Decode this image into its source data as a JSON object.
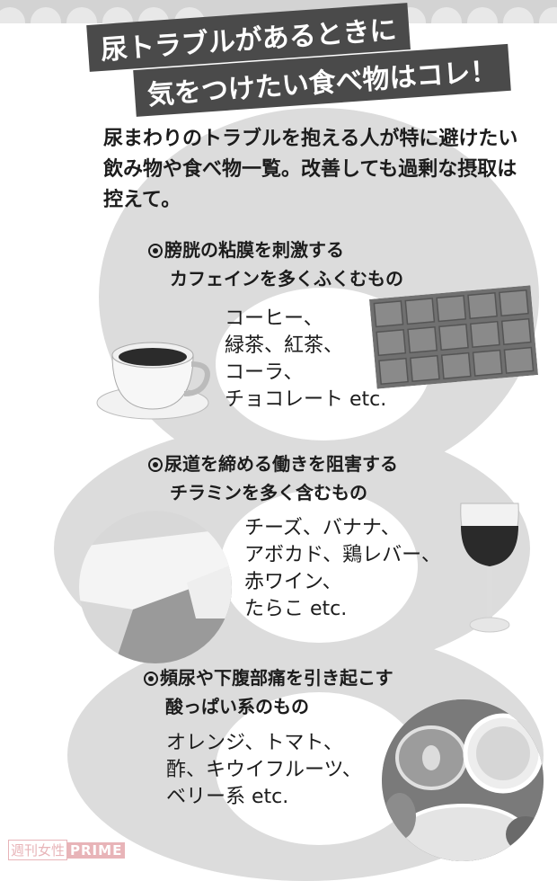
{
  "title": {
    "line1": "尿トラブルがあるときに",
    "line2": "気をつけたい食べ物はコレ！"
  },
  "intro": "尿まわりのトラブルを抱える人が特に避けたい飲み物や食べ物一覧。改善しても過剰な摂取は控えて。",
  "sections": [
    {
      "bullet_icon": "circled-dot",
      "heading_line1": "膀胱の粘膜を刺激する",
      "heading_line2": "カフェインを多くふくむもの",
      "items": [
        "コーヒー、",
        "緑茶、紅茶、",
        "コーラ、",
        "チョコレート etc."
      ],
      "images": [
        "coffee-cup",
        "chocolate-bar"
      ]
    },
    {
      "bullet_icon": "circled-dot",
      "heading_line1": "尿道を締める働きを阻害する",
      "heading_line2": "チラミンを多く含むもの",
      "items": [
        "チーズ、バナナ、",
        "アボカド、鶏レバー、",
        "赤ワイン、",
        "たらこ etc."
      ],
      "images": [
        "cheese",
        "red-wine-glass"
      ]
    },
    {
      "bullet_icon": "circled-dot",
      "heading_line1": "頻尿や下腹部痛を引き起こす",
      "heading_line2": "酸っぱい系のもの",
      "items": [
        "オレンジ、トマト、",
        "酢、キウイフルーツ、",
        "ベリー系 etc."
      ],
      "images": [
        "sliced-fruits"
      ]
    }
  ],
  "watermark": {
    "part1": "週刊女性",
    "part2": "PRIME"
  },
  "colors": {
    "banner": "#4a4a4a",
    "background_shape": "#dcdcdc",
    "watermark": "#e8b4b8"
  }
}
